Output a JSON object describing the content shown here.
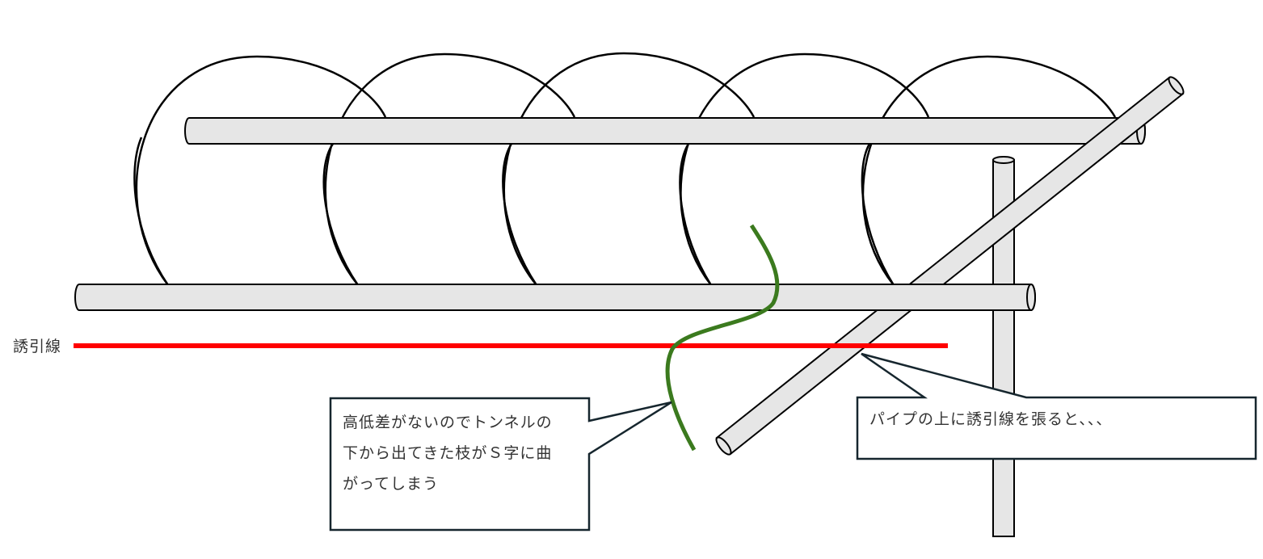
{
  "diagram": {
    "line_label": "誘引線",
    "callouts": {
      "left": {
        "lines": [
          "高低差がないのでトンネルの",
          "下から出てきた枝がＳ字に曲",
          "がってしまう"
        ]
      },
      "right": {
        "text": "パイプの上に誘引線を張ると、、、"
      }
    },
    "colors": {
      "pipe_fill": "#e6e6e6",
      "outline": "#000000",
      "wire": "#ff0000",
      "branch": "#3b7a1e",
      "callout_border": "#16262e",
      "text": "#333333"
    }
  }
}
